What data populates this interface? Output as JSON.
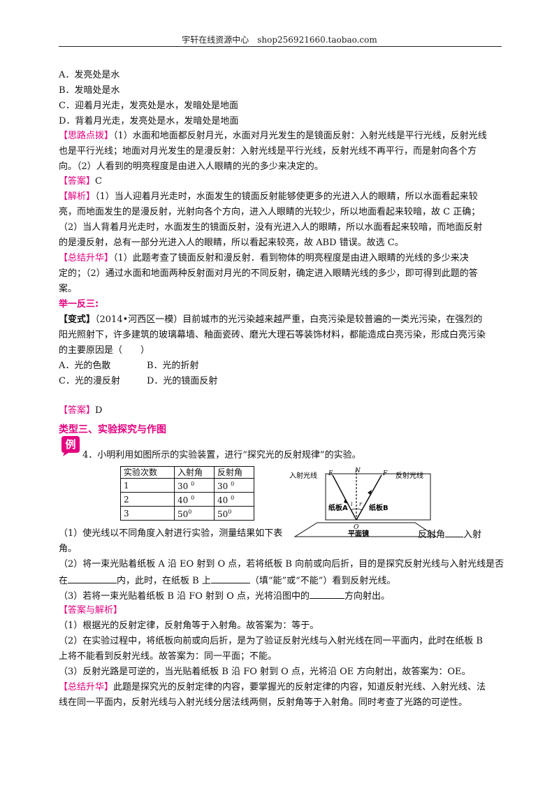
{
  "header": {
    "text": "宇轩在线资源中心　shop256921660.taobao.com"
  },
  "options": [
    "A．发亮处是水",
    "B．发暗处是水",
    "C．迎着月光走，发亮处是水，发暗处是地面",
    "D．背着月光走，发亮处是水，发暗处是地面"
  ],
  "analysis": {
    "tag": "【思路点拨】",
    "lines": [
      "（1）水面和地面都反射月光，水面对月光发生的是镜面反射：入射光线是平行光线，反射光线",
      "也是平行光线；地面对月光发生的是漫反射：入射光线是平行光线，反射光线不再平行，而是射向各个方",
      "向。（2）人看到的明亮程度是由进入人眼睛的光的多少来决定的。"
    ]
  },
  "answer1": {
    "tag": "【答案】",
    "value": "C"
  },
  "explain": {
    "tag": "【解析】",
    "lines": [
      "（1）当人迎着月光走时，水面发生的镜面反射能够使更多的光进入人的眼睛，所以水面看起来较",
      "亮，而地面发生的是漫反射，光射向各个方向，进入人眼睛的光较少，所以地面看起来较暗，故 C 正确；",
      "（2）当人背着月光走时，水面发生的镜面反射，没有光进入人的眼睛，所以水面看起来较暗，而地面反射",
      "的是漫反射，总有一部分光进入人的眼睛，所以看起来较亮，故 ABD 错误。故选 C。"
    ]
  },
  "summary1": {
    "tag": "【总结升华】",
    "lines": [
      "（1）此题考查了镜面反射和漫反射．看到物体的明亮程度是由进入眼睛的光线的多少来决",
      "定的；（2）通过水面和地面两种反射面对月光的不同反射，确定进入眼睛光线的多少，即可得到此题的答",
      "案。"
    ]
  },
  "practice": {
    "heading": "举一反三:",
    "tag": "【变式】",
    "lines": [
      "（2014•河西区一模）目前城市的光污染越来越严重，白亮污染是较普遍的一类光污染，在强烈的",
      "阳光照射下，许多建筑的玻璃幕墙、釉面瓷砖、磨光大理石等装饰材料，都能造成白亮污染，形成白亮污染",
      "的主要原因是（　　）"
    ],
    "options": [
      "A．光的色散",
      "B．光的折射",
      "C．光的漫反射",
      "D．光的镜面反射"
    ]
  },
  "answer2": {
    "tag": "【答案】",
    "value": "D"
  },
  "section_title": "类型三、实验探究与作图",
  "badge_label": "例",
  "question": {
    "intro": "4．小明利用如图所示的实验装置，进行“探究光的反射规律”的实验。",
    "table": {
      "headers": [
        "实验次数",
        "入射角",
        "反射角"
      ],
      "rows": [
        [
          "1",
          "30 ",
          "30 "
        ],
        [
          "2",
          "40 ",
          "40 "
        ],
        [
          "3",
          "50",
          "50"
        ]
      ],
      "deg": "0"
    },
    "diagram": {
      "incident": "入射光线",
      "reflected": "反射光线",
      "E": "E",
      "N": "N",
      "F": "F",
      "i": "i",
      "r": "r",
      "boardA": "纸板A",
      "boardB": "纸板B",
      "O": "O",
      "mirror": "平面镜"
    },
    "q1a": "（1）使光线以不同角度入射进行实验，测量结果如下表",
    "q1b": "反射角",
    "q1c": "入射",
    "q1d": "角。",
    "q2a": "（2）将一束光贴着纸板 A 沿 EO 射到 O 点，若将纸板 B 向前或向后折，目的是探究反射光线与入射光线是否",
    "q2b": "在",
    "q2c": "内，此时，在纸板 B 上",
    "q2d": "（填“能”或“不能”）看到反射光线。",
    "q3a": "（3）若将一束光贴着纸板 B 沿 FO 射到 O 点，光将沿图中的",
    "q3b": "方向射出。"
  },
  "solution": {
    "tag": "【答案与解析】",
    "lines": [
      "（1）根据光的反射定律，反射角等于入射角。故答案为：等于。",
      "（2）在实验过程中，将纸板向前或向后折，是为了验证反射光线与入射光线在同一平面内，此时在纸板 B",
      "上将不能看到反射光线。故答案为：同一平面；不能。",
      "（3）反射光路是可逆的，当光贴着纸板 B 沿 FO 射到 O 点，光将沿 OE 方向射出，故答案为：OE。"
    ]
  },
  "summary2": {
    "tag": "【总结升华】",
    "lines": [
      "此题是探究光的反射定律的内容，要掌握光的反射定律的内容，知道反射光线、入射光线、法",
      "线在同一平面内，反射光线与入射光线分居法线两侧，反射角等于入射角。同时考查了光路的可逆性。"
    ]
  }
}
